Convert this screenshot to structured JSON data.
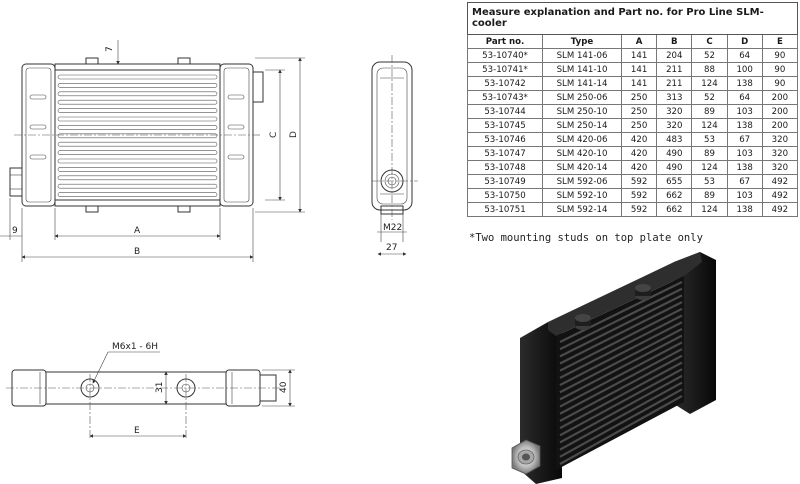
{
  "drawing": {
    "front_view": {
      "dim_top": "7",
      "dim_C": "C",
      "dim_D": "D",
      "dim_A": "A",
      "dim_B": "B",
      "dim_left": "9"
    },
    "side_view": {
      "thread": "M22",
      "depth": "27"
    },
    "top_view": {
      "thread_callout": "M6x1 - 6H",
      "dim_31": "31",
      "dim_40": "40",
      "dim_E": "E"
    }
  },
  "table": {
    "title": "Measure explanation and Part no. for Pro Line SLM-cooler",
    "columns": [
      "Part no.",
      "Type",
      "A",
      "B",
      "C",
      "D",
      "E"
    ],
    "rows": [
      [
        "53-10740*",
        "SLM 141-06",
        "141",
        "204",
        "52",
        "64",
        "90"
      ],
      [
        "53-10741*",
        "SLM 141-10",
        "141",
        "211",
        "88",
        "100",
        "90"
      ],
      [
        "53-10742",
        "SLM 141-14",
        "141",
        "211",
        "124",
        "138",
        "90"
      ],
      [
        "53-10743*",
        "SLM 250-06",
        "250",
        "313",
        "52",
        "64",
        "200"
      ],
      [
        "53-10744",
        "SLM 250-10",
        "250",
        "320",
        "89",
        "103",
        "200"
      ],
      [
        "53-10745",
        "SLM 250-14",
        "250",
        "320",
        "124",
        "138",
        "200"
      ],
      [
        "53-10746",
        "SLM 420-06",
        "420",
        "483",
        "53",
        "67",
        "320"
      ],
      [
        "53-10747",
        "SLM 420-10",
        "420",
        "490",
        "89",
        "103",
        "320"
      ],
      [
        "53-10748",
        "SLM 420-14",
        "420",
        "490",
        "124",
        "138",
        "320"
      ],
      [
        "53-10749",
        "SLM 592-06",
        "592",
        "655",
        "53",
        "67",
        "492"
      ],
      [
        "53-10750",
        "SLM 592-10",
        "592",
        "662",
        "89",
        "103",
        "492"
      ],
      [
        "53-10751",
        "SLM 592-14",
        "592",
        "662",
        "124",
        "138",
        "492"
      ]
    ]
  },
  "footnote": "*Two mounting studs on top plate only",
  "colors": {
    "line": "#333333",
    "product_body": "#111111",
    "product_fins": "#2a2a2a"
  }
}
